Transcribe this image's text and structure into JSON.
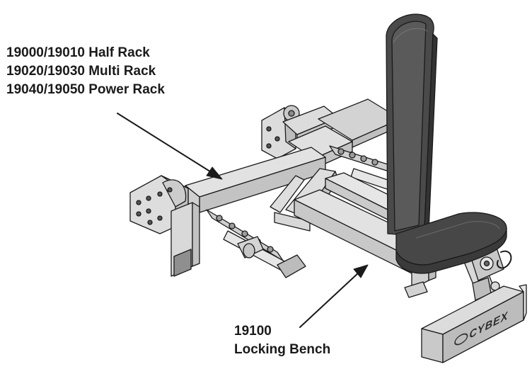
{
  "callouts": {
    "rack": {
      "lines": [
        "19000/19010 Half Rack",
        "19020/19030 Multi Rack",
        "19040/19050 Power Rack"
      ]
    },
    "bench": {
      "model": "19100",
      "name": "Locking Bench"
    }
  },
  "brand_logo_text": "CYBEX",
  "colors": {
    "ink": "#1a1a1a",
    "metal": "#dcdcdc",
    "metal_shadow": "#b9b9b9",
    "pad": "#4a4a4a",
    "pad_dark": "#333333"
  }
}
